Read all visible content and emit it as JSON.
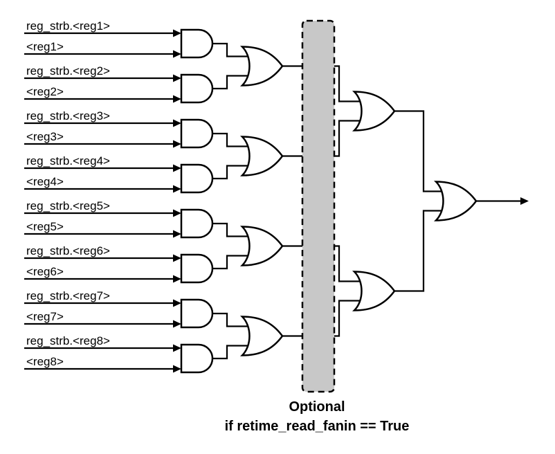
{
  "diagram": {
    "inputs": [
      {
        "strobe": "reg_strb.<reg1>",
        "reg": "<reg1>"
      },
      {
        "strobe": "reg_strb.<reg2>",
        "reg": "<reg2>"
      },
      {
        "strobe": "reg_strb.<reg3>",
        "reg": "<reg3>"
      },
      {
        "strobe": "reg_strb.<reg4>",
        "reg": "<reg4>"
      },
      {
        "strobe": "reg_strb.<reg5>",
        "reg": "<reg5>"
      },
      {
        "strobe": "reg_strb.<reg6>",
        "reg": "<reg6>"
      },
      {
        "strobe": "reg_strb.<reg7>",
        "reg": "<reg7>"
      },
      {
        "strobe": "reg_strb.<reg8>",
        "reg": "<reg8>"
      }
    ],
    "gates": {
      "and_stage_count": 8,
      "or_stage2_count": 4,
      "or_stage3_count": 2,
      "or_final_count": 1
    },
    "optional_box": {
      "caption_line1": "Optional",
      "caption_line2": "if retime_read_fanin == True"
    },
    "colors": {
      "wire": "#000000",
      "gate_fill": "#ffffff",
      "optional_box_fill": "#c8c8c8",
      "optional_box_border": "#000000",
      "background": "#ffffff"
    }
  }
}
